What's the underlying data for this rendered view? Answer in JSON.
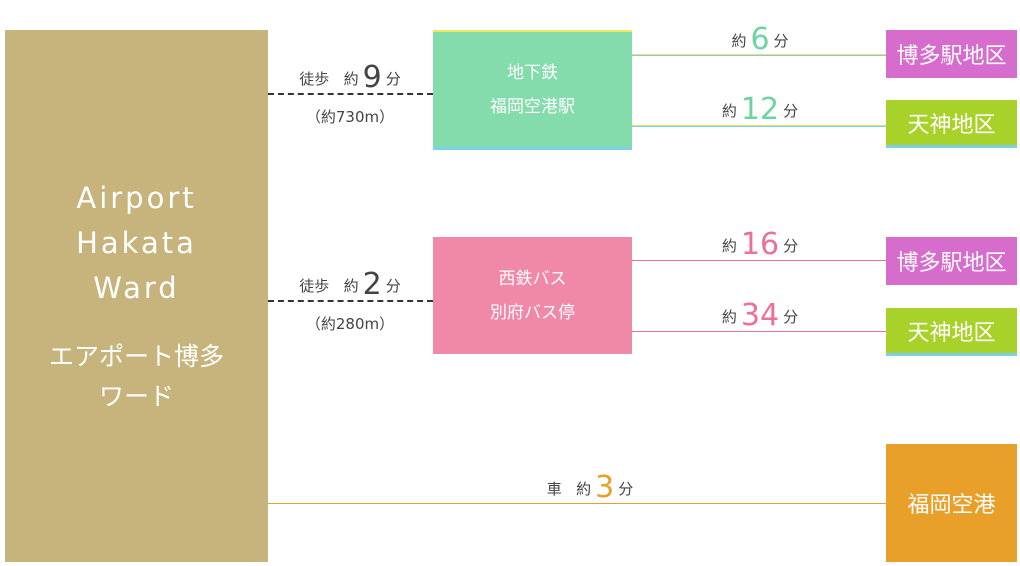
{
  "origin": {
    "name_en": [
      "Airport",
      "Hakata",
      "Ward"
    ],
    "name_jp": [
      "エアポート博多",
      "ワード"
    ]
  },
  "stations": [
    {
      "lines": [
        "地下鉄",
        "福岡空港駅"
      ],
      "access": {
        "mode": "徒歩",
        "prefix": "約",
        "minutes": "9",
        "unit": "分",
        "distance": "（約730m）"
      },
      "color": "#84dcac"
    },
    {
      "lines": [
        "西鉄バス",
        "別府バス停"
      ],
      "access": {
        "mode": "徒歩",
        "prefix": "約",
        "minutes": "2",
        "unit": "分",
        "distance": "（約280m）"
      },
      "color": "#f088a8"
    }
  ],
  "routes": [
    {
      "prefix": "約",
      "minutes": "6",
      "unit": "分",
      "dest": "博多駅地区",
      "color": "#6fd3a0"
    },
    {
      "prefix": "約",
      "minutes": "12",
      "unit": "分",
      "dest": "天神地区",
      "color": "#6fd3a0"
    },
    {
      "prefix": "約",
      "minutes": "16",
      "unit": "分",
      "dest": "博多駅地区",
      "color": "#ee6f98"
    },
    {
      "prefix": "約",
      "minutes": "34",
      "unit": "分",
      "dest": "天神地区",
      "color": "#ee6f98"
    }
  ],
  "car": {
    "mode": "車",
    "prefix": "約",
    "minutes": "3",
    "unit": "分",
    "dest": "福岡空港",
    "color": "#e8a02a"
  }
}
